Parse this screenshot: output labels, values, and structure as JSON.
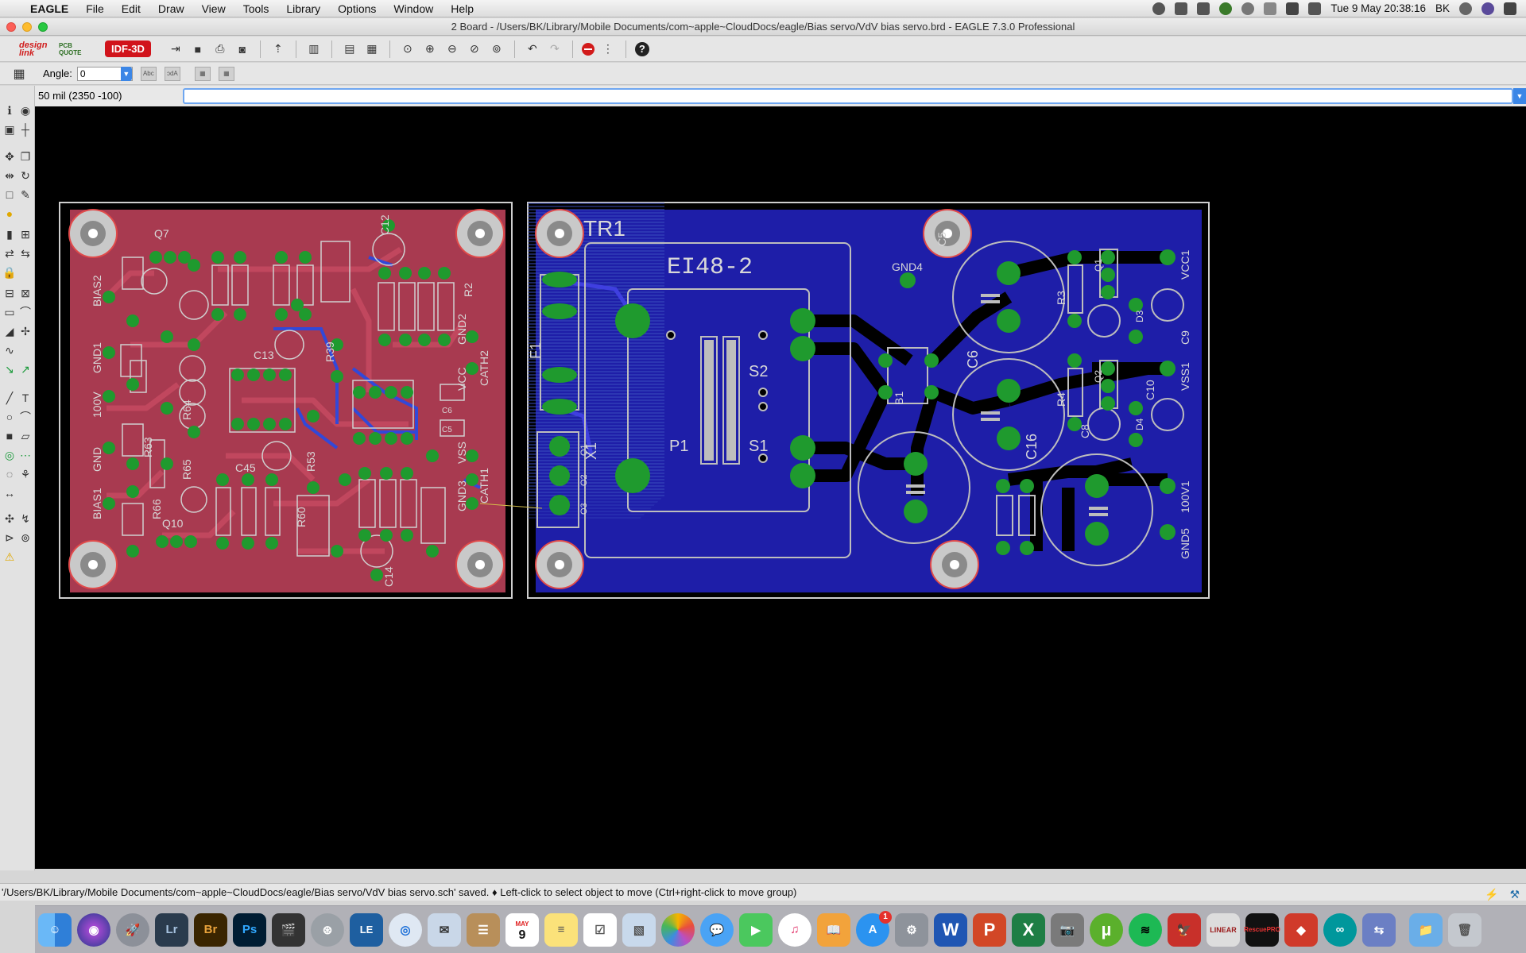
{
  "menubar": {
    "app_name": "EAGLE",
    "items": [
      "File",
      "Edit",
      "Draw",
      "View",
      "Tools",
      "Library",
      "Options",
      "Window",
      "Help"
    ],
    "clock": "Tue 9 May  20:38:16",
    "user": "BK"
  },
  "window": {
    "title": "2 Board - /Users/BK/Library/Mobile Documents/com~apple~CloudDocs/eagle/Bias servo/VdV bias servo.brd - EAGLE 7.3.0 Professional"
  },
  "toolbar": {
    "design_link_label": "design link",
    "pcb_quote_label": "PCB QUOTE",
    "idf_button": "IDF-3D"
  },
  "params": {
    "angle_label": "Angle:",
    "angle_value": "0"
  },
  "command": {
    "coordinate": "50 mil (2350 -100)",
    "input_value": ""
  },
  "board": {
    "labels_left": [
      "Q7",
      "C12",
      "BIAS2",
      "GND1",
      "100V",
      "GND",
      "BIAS1",
      "Q10",
      "C13",
      "C45",
      "C14",
      "R2",
      "R39",
      "R63",
      "R64",
      "R65",
      "R66",
      "R53",
      "R60",
      "VCC",
      "GND2",
      "CATH2",
      "VSS",
      "GND3",
      "CATH1",
      "C6",
      "C5"
    ],
    "labels_right": [
      "TR1",
      "EI48-2",
      "S2",
      "S1",
      "P1",
      "F1",
      "X1",
      "O1",
      "O2",
      "O3",
      "GND4",
      "C5",
      "C6",
      "C16",
      "B1",
      "Q1",
      "Q2",
      "R3",
      "R4",
      "D3",
      "D4",
      "C8",
      "C9",
      "C10",
      "VCC1",
      "VSS1",
      "100V1",
      "GND5"
    ]
  },
  "status": {
    "message": "'/Users/BK/Library/Mobile Documents/com~apple~CloudDocs/eagle/Bias servo/VdV bias servo.sch' saved.  ♦ Left-click to select object to move (Ctrl+right-click to move group)"
  },
  "dock": {
    "apps": [
      "Finder",
      "Siri",
      "Launchpad",
      "Lr",
      "Br",
      "Ps",
      "Final Cut Pro",
      "Disk Utility",
      "LE",
      "Safari",
      "Mail",
      "Contacts",
      "Calendar",
      "Notes",
      "Reminders",
      "Preview",
      "Photos",
      "Messages",
      "FaceTime",
      "iTunes",
      "iBooks",
      "App Store",
      "System Preferences",
      "Word",
      "PowerPoint",
      "Excel",
      "Screenshot",
      "uTorrent",
      "Spotify",
      "EAGLE",
      "LINEAR",
      "RescuePRO",
      "Sketchup",
      "Arduino",
      "Migration",
      "Downloads",
      "Trash"
    ],
    "calendar_day": "9",
    "calendar_month": "MAY",
    "appstore_badge": "1"
  }
}
